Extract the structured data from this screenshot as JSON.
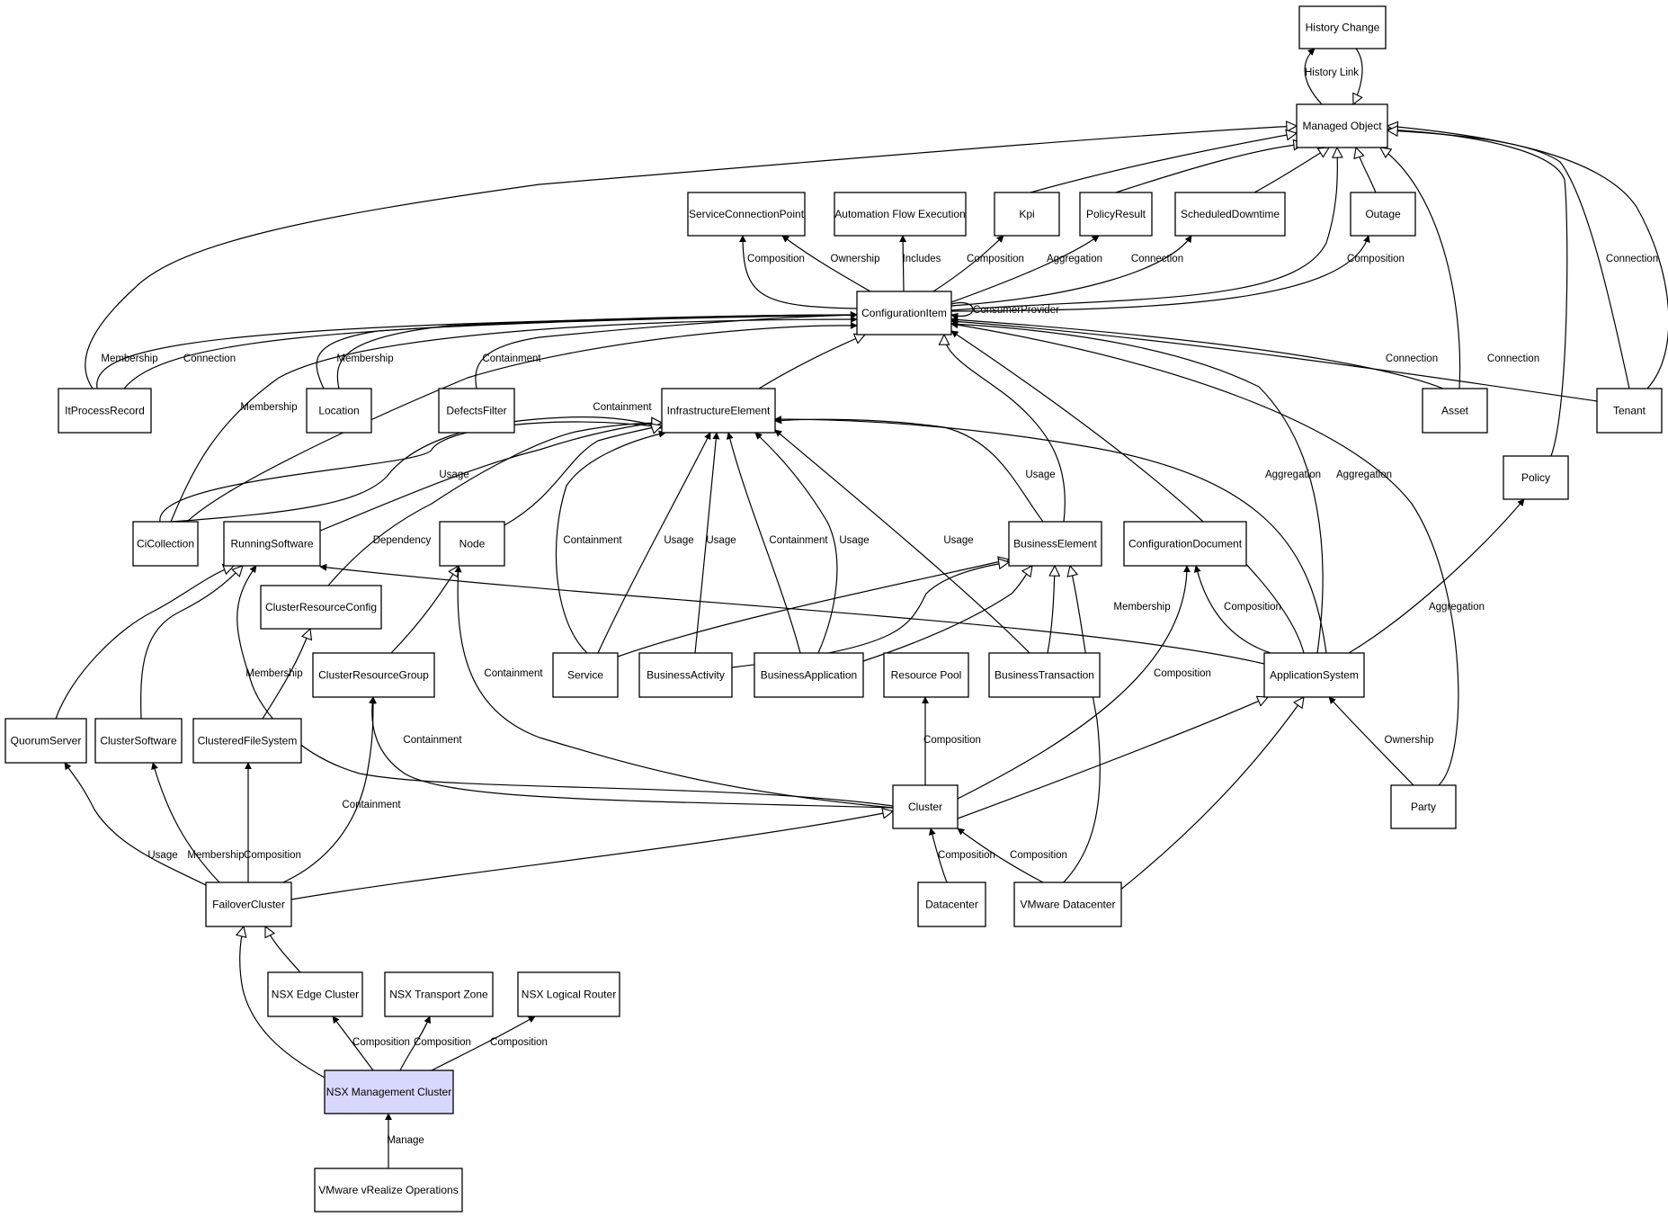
{
  "colors": {
    "highlight_fill": "#d8d8ff",
    "stroke": "#000000"
  },
  "nodes": [
    {
      "id": "history_change",
      "label": "History Change"
    },
    {
      "id": "managed_object",
      "label": "Managed Object"
    },
    {
      "id": "service_connection_point",
      "label": "ServiceConnectionPoint"
    },
    {
      "id": "automation_flow_execution",
      "label": "Automation Flow Execution"
    },
    {
      "id": "kpi",
      "label": "Kpi"
    },
    {
      "id": "policy_result",
      "label": "PolicyResult"
    },
    {
      "id": "scheduled_downtime",
      "label": "ScheduledDowntime"
    },
    {
      "id": "outage",
      "label": "Outage"
    },
    {
      "id": "configuration_item",
      "label": "ConfigurationItem"
    },
    {
      "id": "it_process_record",
      "label": "ItProcessRecord"
    },
    {
      "id": "location",
      "label": "Location"
    },
    {
      "id": "defects_filter",
      "label": "DefectsFilter"
    },
    {
      "id": "infrastructure_element",
      "label": "InfrastructureElement"
    },
    {
      "id": "asset",
      "label": "Asset"
    },
    {
      "id": "tenant",
      "label": "Tenant"
    },
    {
      "id": "policy",
      "label": "Policy"
    },
    {
      "id": "ci_collection",
      "label": "CiCollection"
    },
    {
      "id": "running_software",
      "label": "RunningSoftware"
    },
    {
      "id": "node",
      "label": "Node"
    },
    {
      "id": "business_element",
      "label": "BusinessElement"
    },
    {
      "id": "configuration_document",
      "label": "ConfigurationDocument"
    },
    {
      "id": "cluster_resource_config",
      "label": "ClusterResourceConfig"
    },
    {
      "id": "cluster_resource_group",
      "label": "ClusterResourceGroup"
    },
    {
      "id": "service",
      "label": "Service"
    },
    {
      "id": "business_activity",
      "label": "BusinessActivity"
    },
    {
      "id": "business_application",
      "label": "BusinessApplication"
    },
    {
      "id": "resource_pool",
      "label": "Resource Pool"
    },
    {
      "id": "business_transaction",
      "label": "BusinessTransaction"
    },
    {
      "id": "application_system",
      "label": "ApplicationSystem"
    },
    {
      "id": "quorum_server",
      "label": "QuorumServer"
    },
    {
      "id": "cluster_software",
      "label": "ClusterSoftware"
    },
    {
      "id": "clustered_file_system",
      "label": "ClusteredFileSystem"
    },
    {
      "id": "cluster",
      "label": "Cluster"
    },
    {
      "id": "party",
      "label": "Party"
    },
    {
      "id": "failover_cluster",
      "label": "FailoverCluster"
    },
    {
      "id": "datacenter",
      "label": "Datacenter"
    },
    {
      "id": "vmware_datacenter",
      "label": "VMware Datacenter"
    },
    {
      "id": "nsx_edge_cluster",
      "label": "NSX Edge Cluster"
    },
    {
      "id": "nsx_transport_zone",
      "label": "NSX Transport Zone"
    },
    {
      "id": "nsx_logical_router",
      "label": "NSX Logical Router"
    },
    {
      "id": "nsx_management_cluster",
      "label": "NSX Management Cluster",
      "highlight": true
    },
    {
      "id": "vrealize_operations",
      "label": "VMware vRealize Operations"
    }
  ],
  "edges": [
    {
      "id": "e01",
      "from": "managed_object",
      "to": "history_change",
      "label": "History Link",
      "arrow": "filled"
    },
    {
      "id": "e02",
      "from": "history_change",
      "to": "managed_object",
      "label": "",
      "arrow": "hollow"
    },
    {
      "id": "e03",
      "from": "it_process_record",
      "to": "managed_object",
      "label": "",
      "arrow": "hollow"
    },
    {
      "id": "e04",
      "from": "kpi",
      "to": "managed_object",
      "label": "",
      "arrow": "hollow"
    },
    {
      "id": "e05",
      "from": "policy_result",
      "to": "managed_object",
      "label": "",
      "arrow": "hollow"
    },
    {
      "id": "e06",
      "from": "scheduled_downtime",
      "to": "managed_object",
      "label": "",
      "arrow": "hollow"
    },
    {
      "id": "e07",
      "from": "configuration_item",
      "to": "managed_object",
      "label": "",
      "arrow": "hollow"
    },
    {
      "id": "e08",
      "from": "outage",
      "to": "managed_object",
      "label": "",
      "arrow": "hollow"
    },
    {
      "id": "e09",
      "from": "asset",
      "to": "managed_object",
      "label": "",
      "arrow": "hollow"
    },
    {
      "id": "e10",
      "from": "policy",
      "to": "managed_object",
      "label": "",
      "arrow": "hollow"
    },
    {
      "id": "e11",
      "from": "tenant",
      "to": "managed_object",
      "label": "",
      "arrow": "hollow"
    },
    {
      "id": "e12",
      "from": "tenant",
      "to": "managed_object",
      "label": "Connection",
      "arrow": "hollow"
    },
    {
      "id": "e13",
      "from": "configuration_item",
      "to": "service_connection_point",
      "label": "Composition",
      "arrow": "filled"
    },
    {
      "id": "e14",
      "from": "configuration_item",
      "to": "service_connection_point",
      "label": "Ownership",
      "arrow": "filled"
    },
    {
      "id": "e15",
      "from": "configuration_item",
      "to": "automation_flow_execution",
      "label": "Includes",
      "arrow": "filled"
    },
    {
      "id": "e16",
      "from": "configuration_item",
      "to": "kpi",
      "label": "Composition",
      "arrow": "filled"
    },
    {
      "id": "e17",
      "from": "configuration_item",
      "to": "policy_result",
      "label": "Aggregation",
      "arrow": "filled"
    },
    {
      "id": "e18",
      "from": "configuration_item",
      "to": "scheduled_downtime",
      "label": "Connection",
      "arrow": "filled"
    },
    {
      "id": "e19",
      "from": "configuration_item",
      "to": "outage",
      "label": "Composition",
      "arrow": "filled"
    },
    {
      "id": "e20",
      "from": "configuration_item",
      "to": "configuration_item",
      "label": "ConsumerProvider",
      "arrow": "filled"
    },
    {
      "id": "e21",
      "from": "it_process_record",
      "to": "configuration_item",
      "label": "Membership",
      "arrow": "filled"
    },
    {
      "id": "e22",
      "from": "it_process_record",
      "to": "configuration_item",
      "label": "Connection",
      "arrow": "filled"
    },
    {
      "id": "e23",
      "from": "location",
      "to": "configuration_item",
      "label": "",
      "arrow": "filled"
    },
    {
      "id": "e24",
      "from": "location",
      "to": "configuration_item",
      "label": "Membership",
      "arrow": "filled"
    },
    {
      "id": "e25",
      "from": "defects_filter",
      "to": "configuration_item",
      "label": "Containment",
      "arrow": "filled"
    },
    {
      "id": "e26",
      "from": "ci_collection",
      "to": "configuration_item",
      "label": "Membership",
      "arrow": "filled"
    },
    {
      "id": "e27",
      "from": "ci_collection",
      "to": "configuration_item",
      "label": "Containment",
      "arrow": "filled"
    },
    {
      "id": "e28",
      "from": "infrastructure_element",
      "to": "configuration_item",
      "label": "",
      "arrow": "hollow"
    },
    {
      "id": "e29",
      "from": "business_element",
      "to": "configuration_item",
      "label": "",
      "arrow": "hollow"
    },
    {
      "id": "e30",
      "from": "asset",
      "to": "configuration_item",
      "label": "Connection",
      "arrow": "filled"
    },
    {
      "id": "e31",
      "from": "tenant",
      "to": "configuration_item",
      "label": "Connection",
      "arrow": "filled"
    },
    {
      "id": "e32",
      "from": "application_system",
      "to": "configuration_item",
      "label": "Aggregation",
      "arrow": "filled"
    },
    {
      "id": "e33",
      "from": "application_system",
      "to": "configuration_item",
      "label": "Aggregation",
      "arrow": "filled"
    },
    {
      "id": "e34",
      "from": "party",
      "to": "configuration_item",
      "label": "",
      "arrow": "filled"
    },
    {
      "id": "e35",
      "from": "ci_collection",
      "to": "infrastructure_element",
      "label": "Usage",
      "arrow": "filled"
    },
    {
      "id": "e36",
      "from": "ci_collection",
      "to": "infrastructure_element",
      "label": "",
      "arrow": "filled"
    },
    {
      "id": "e37",
      "from": "running_software",
      "to": "infrastructure_element",
      "label": "",
      "arrow": "hollow"
    },
    {
      "id": "e38",
      "from": "cluster_resource_config",
      "to": "infrastructure_element",
      "label": "Dependency",
      "arrow": "hollow"
    },
    {
      "id": "e39",
      "from": "node",
      "to": "infrastructure_element",
      "label": "",
      "arrow": "hollow"
    },
    {
      "id": "e40",
      "from": "service",
      "to": "infrastructure_element",
      "label": "Containment",
      "arrow": "filled"
    },
    {
      "id": "e41",
      "from": "service",
      "to": "infrastructure_element",
      "label": "Usage",
      "arrow": "filled"
    },
    {
      "id": "e42",
      "from": "business_activity",
      "to": "infrastructure_element",
      "label": "Usage",
      "arrow": "filled"
    },
    {
      "id": "e43",
      "from": "business_application",
      "to": "infrastructure_element",
      "label": "Containment",
      "arrow": "filled"
    },
    {
      "id": "e44",
      "from": "business_application",
      "to": "infrastructure_element",
      "label": "Usage",
      "arrow": "filled"
    },
    {
      "id": "e45",
      "from": "business_transaction",
      "to": "infrastructure_element",
      "label": "Usage",
      "arrow": "filled"
    },
    {
      "id": "e46",
      "from": "business_element",
      "to": "infrastructure_element",
      "label": "Usage",
      "arrow": "filled"
    },
    {
      "id": "e47",
      "from": "application_system",
      "to": "infrastructure_element",
      "label": "",
      "arrow": "filled"
    },
    {
      "id": "e48",
      "from": "service",
      "to": "business_element",
      "label": "",
      "arrow": "hollow"
    },
    {
      "id": "e49",
      "from": "business_activity",
      "to": "business_element",
      "label": "",
      "arrow": "hollow"
    },
    {
      "id": "e50",
      "from": "business_application",
      "to": "business_element",
      "label": "",
      "arrow": "hollow"
    },
    {
      "id": "e51",
      "from": "business_transaction",
      "to": "business_element",
      "label": "",
      "arrow": "hollow"
    },
    {
      "id": "e52",
      "from": "vmware_datacenter",
      "to": "business_element",
      "label": "",
      "arrow": "hollow"
    },
    {
      "id": "e53",
      "from": "application_system",
      "to": "configuration_document",
      "label": "Composition",
      "arrow": "filled"
    },
    {
      "id": "e54",
      "from": "cluster",
      "to": "configuration_document",
      "label": "Composition",
      "arrow": "filled"
    },
    {
      "id": "e55",
      "from": "application_system",
      "to": "running_software",
      "label": "Membership",
      "arrow": "filled"
    },
    {
      "id": "e56",
      "from": "application_system",
      "to": "policy",
      "label": "Aggregation",
      "arrow": "filled"
    },
    {
      "id": "e57",
      "from": "party",
      "to": "application_system",
      "label": "Ownership",
      "arrow": "filled"
    },
    {
      "id": "e58",
      "from": "cluster",
      "to": "application_system",
      "label": "",
      "arrow": "hollow"
    },
    {
      "id": "e59",
      "from": "vmware_datacenter",
      "to": "application_system",
      "label": "",
      "arrow": "hollow"
    },
    {
      "id": "e60",
      "from": "cluster_resource_group",
      "to": "node",
      "label": "",
      "arrow": "hollow"
    },
    {
      "id": "e61",
      "from": "clustered_file_system",
      "to": "cluster_resource_config",
      "label": "",
      "arrow": "hollow"
    },
    {
      "id": "e62",
      "from": "quorum_server",
      "to": "running_software",
      "label": "",
      "arrow": "hollow"
    },
    {
      "id": "e63",
      "from": "cluster_software",
      "to": "running_software",
      "label": "",
      "arrow": "hollow"
    },
    {
      "id": "e64",
      "from": "cluster",
      "to": "running_software",
      "label": "Membership",
      "arrow": "filled"
    },
    {
      "id": "e65",
      "from": "cluster",
      "to": "node",
      "label": "Containment",
      "arrow": "filled"
    },
    {
      "id": "e66",
      "from": "cluster",
      "to": "cluster_resource_group",
      "label": "Containment",
      "arrow": "filled"
    },
    {
      "id": "e67",
      "from": "cluster",
      "to": "resource_pool",
      "label": "Composition",
      "arrow": "filled"
    },
    {
      "id": "e68",
      "from": "datacenter",
      "to": "cluster",
      "label": "Composition",
      "arrow": "filled"
    },
    {
      "id": "e69",
      "from": "vmware_datacenter",
      "to": "cluster",
      "label": "Composition",
      "arrow": "filled"
    },
    {
      "id": "e70",
      "from": "failover_cluster",
      "to": "cluster",
      "label": "",
      "arrow": "hollow"
    },
    {
      "id": "e71",
      "from": "failover_cluster",
      "to": "quorum_server",
      "label": "Usage",
      "arrow": "filled"
    },
    {
      "id": "e72",
      "from": "failover_cluster",
      "to": "cluster_software",
      "label": "Membership",
      "arrow": "filled"
    },
    {
      "id": "e73",
      "from": "failover_cluster",
      "to": "clustered_file_system",
      "label": "Composition",
      "arrow": "filled"
    },
    {
      "id": "e74",
      "from": "failover_cluster",
      "to": "cluster_resource_group",
      "label": "Containment",
      "arrow": "filled"
    },
    {
      "id": "e75",
      "from": "nsx_edge_cluster",
      "to": "failover_cluster",
      "label": "",
      "arrow": "hollow"
    },
    {
      "id": "e76",
      "from": "nsx_management_cluster",
      "to": "failover_cluster",
      "label": "",
      "arrow": "hollow"
    },
    {
      "id": "e77",
      "from": "nsx_management_cluster",
      "to": "nsx_edge_cluster",
      "label": "Composition",
      "arrow": "filled"
    },
    {
      "id": "e78",
      "from": "nsx_management_cluster",
      "to": "nsx_transport_zone",
      "label": "Composition",
      "arrow": "filled"
    },
    {
      "id": "e79",
      "from": "nsx_management_cluster",
      "to": "nsx_logical_router",
      "label": "Composition",
      "arrow": "filled"
    },
    {
      "id": "e80",
      "from": "vrealize_operations",
      "to": "nsx_management_cluster",
      "label": "Manage",
      "arrow": "filled"
    }
  ]
}
